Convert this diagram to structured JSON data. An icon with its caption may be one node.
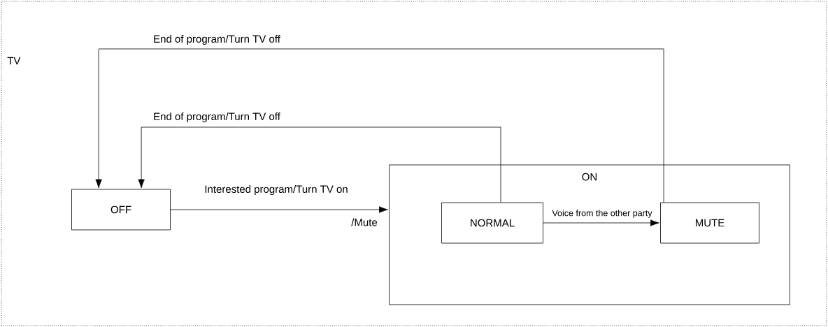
{
  "diagram": {
    "nodes": [
      {
        "text": [
          "TV"
        ]
      },
      {
        "text": [
          "OFF"
        ],
        "in": 0
      },
      {
        "text": [
          "ON"
        ],
        "in": 0
      },
      {
        "text": [
          "NORMAL"
        ],
        "in": 2
      },
      {
        "text": [
          "MUTE"
        ],
        "in": 2
      }
    ],
    "edges": [
      {
        "from": 1,
        "to": 2,
        "arrow": "to",
        "label": "Interested program/Turn TV on"
      },
      {
        "from": 3,
        "to": 4,
        "arrow": "to",
        "label": "Voice from the other party"
      },
      {
        "from": 4,
        "to": 1,
        "arrow": "to",
        "label": "End of program/Turn TV off"
      },
      {
        "from": 3,
        "to": 1,
        "arrow": "to",
        "label": "End of program/Turn TV off"
      }
    ],
    "labels": [
      "/Mute"
    ]
  }
}
